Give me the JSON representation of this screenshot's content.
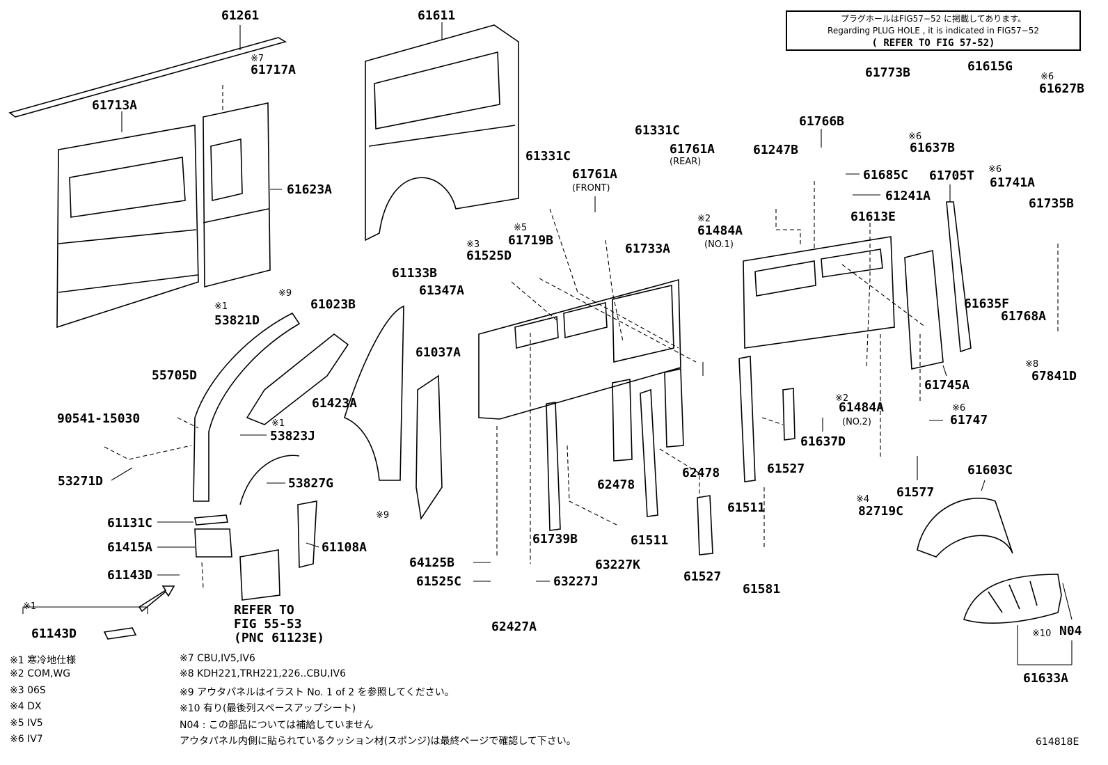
{
  "note_box": {
    "line1": "プラグホールはFIG57−52 に掲載してあります。",
    "line2": "Regarding PLUG HOLE , it is indicated in FIG57−52",
    "line3": "( REFER TO FIG 57-52)"
  },
  "parts": [
    {
      "pnc": "61261"
    },
    {
      "pnc": "61611"
    },
    {
      "pnc": "61717A",
      "mark": "※7"
    },
    {
      "pnc": "61713A"
    },
    {
      "pnc": "61623A"
    },
    {
      "pnc": "61331C"
    },
    {
      "pnc": "61331C"
    },
    {
      "pnc": "61761A",
      "sub": "(FRONT)"
    },
    {
      "pnc": "61761A",
      "sub": "(REAR)"
    },
    {
      "pnc": "61766B"
    },
    {
      "pnc": "61247B"
    },
    {
      "pnc": "61685C"
    },
    {
      "pnc": "61241A"
    },
    {
      "pnc": "61773B"
    },
    {
      "pnc": "61637B",
      "mark": "※6"
    },
    {
      "pnc": "61615G"
    },
    {
      "pnc": "61627B",
      "mark": "※6"
    },
    {
      "pnc": "61741A",
      "mark": "※6"
    },
    {
      "pnc": "61705T"
    },
    {
      "pnc": "61735B"
    },
    {
      "pnc": "61613E"
    },
    {
      "pnc": "61719B",
      "mark": "※5"
    },
    {
      "pnc": "61525D",
      "mark": "※3"
    },
    {
      "pnc": "61733A"
    },
    {
      "pnc": "61484A",
      "mark": "※2",
      "sub": "(NO.1)"
    },
    {
      "pnc": "61133B"
    },
    {
      "pnc": "61347A"
    },
    {
      "pnc": "61037A"
    },
    {
      "pnc": "53821D",
      "mark": "※1"
    },
    {
      "pnc": "61023B",
      "mark": "※9"
    },
    {
      "pnc": "55705D"
    },
    {
      "pnc": "90541-15030"
    },
    {
      "pnc": "53823J",
      "mark": "※1"
    },
    {
      "pnc": "53271D"
    },
    {
      "pnc": "61423A"
    },
    {
      "pnc": "53827G"
    },
    {
      "pnc": "※9"
    },
    {
      "pnc": "61131C"
    },
    {
      "pnc": "61415A"
    },
    {
      "pnc": "61143D"
    },
    {
      "pnc": "61108A"
    },
    {
      "pnc": "61143D",
      "mark": "※1"
    },
    {
      "pnc": "61635F"
    },
    {
      "pnc": "61768A"
    },
    {
      "pnc": "67841D",
      "mark": "※8"
    },
    {
      "pnc": "61745A"
    },
    {
      "pnc": "61484A",
      "mark": "※2",
      "sub": "(NO.2)"
    },
    {
      "pnc": "61637D"
    },
    {
      "pnc": "61747",
      "mark": "※6"
    },
    {
      "pnc": "61577"
    },
    {
      "pnc": "61603C"
    },
    {
      "pnc": "82719C",
      "mark": "※4"
    },
    {
      "pnc": "61527"
    },
    {
      "pnc": "61511"
    },
    {
      "pnc": "62478"
    },
    {
      "pnc": "62478"
    },
    {
      "pnc": "61739B"
    },
    {
      "pnc": "61511"
    },
    {
      "pnc": "63227K"
    },
    {
      "pnc": "61527"
    },
    {
      "pnc": "61581"
    },
    {
      "pnc": "64125B"
    },
    {
      "pnc": "61525C"
    },
    {
      "pnc": "63227J"
    },
    {
      "pnc": "62427A"
    },
    {
      "pnc": "N04",
      "mark": "※10"
    },
    {
      "pnc": "61633A"
    }
  ],
  "refer": {
    "line1": "REFER TO",
    "line2": "FIG 55-53",
    "line3": "(PNC 61123E)"
  },
  "footnotes_left": [
    "※1 寒冷地仕様",
    "※2 COM,WG",
    "※3 06S",
    "※4 DX",
    "※5 IV5",
    "※6 IV7"
  ],
  "footnotes_right": [
    "※7 CBU,IV5,IV6",
    "※8 KDH221,TRH221,226..CBU,IV6",
    "※9 アウタパネルはイラスト No. 1 of 2 を参照してください。",
    "※10 有り(最後列スペースアップシート)",
    "N04 : この部品については補給していません",
    "アウタパネル内側に貼られているクッション材(スポンジ)は最終ページで確認して下さい。"
  ],
  "figure_number": "614818E"
}
